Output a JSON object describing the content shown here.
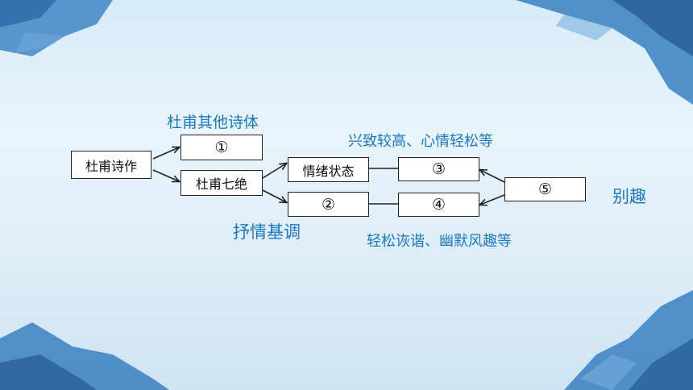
{
  "nodes": {
    "dufu_poems": "杜甫诗作",
    "other_forms": "①",
    "quatrains": "杜甫七绝",
    "mood": "情绪状态",
    "tone": "②",
    "n3": "③",
    "n4": "④",
    "n5": "⑤"
  },
  "labels": {
    "other_forms_title": "杜甫其他诗体",
    "top_desc": "兴致较高、心情轻松等",
    "tone_title": "抒情基调",
    "bottom_desc": "轻松诙谐、幽默风趣等",
    "bieqi": "别趣"
  }
}
